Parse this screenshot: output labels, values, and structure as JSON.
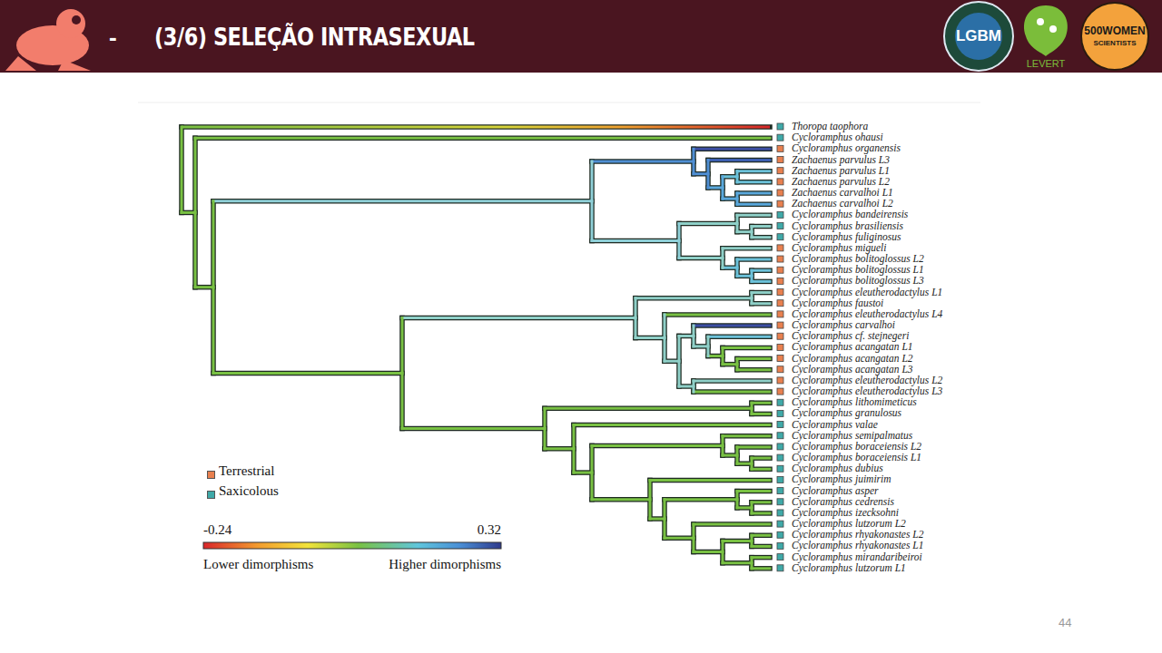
{
  "diagram": {
    "title": "(3/6) SELEÇÃO INTRASEXUAL",
    "labels": [
      "-",
      "LGBM",
      "LEVERT",
      "500WOMEN",
      "SCIENTISTS",
      "Thoropa taophora",
      "Cycloramphus ohausi",
      "Cycloramphus organensis",
      "Zachaenus parvulus L3",
      "Zachaenus parvulus L1",
      "Zachaenus parvulus L2",
      "Zachaenus carvalhoi L1",
      "Zachaenus carvalhoi L2",
      "Cycloramphus bandeirensis",
      "Cycloramphus brasiliensis",
      "Cycloramphus fuliginosus",
      "Cycloramphus migueli",
      "Cycloramphus bolitoglossus L2",
      "Cycloramphus bolitoglossus L1",
      "Cycloramphus bolitoglossus L3",
      "Cycloramphus eleutherodactylus L1",
      "Cycloramphus faustoi",
      "Cycloramphus eleutherodactylus L4",
      "Cycloramphus carvalhoi",
      "Cycloramphus cf. stejnegeri",
      "Cycloramphus acangatan L1",
      "Cycloramphus acangatan L2",
      "Cycloramphus acangatan L3",
      "Cycloramphus eleutherodactylus L2",
      "Cycloramphus eleutherodactylus L3",
      "Cycloramphus lithomimeticus",
      "Cycloramphus granulosus",
      "Cycloramphus valae",
      "Cycloramphus semipalmatus",
      "Cycloramphus boraceiensis L2",
      "Cycloramphus boraceiensis L1",
      "Cycloramphus dubius",
      "Cycloramphus juimirim",
      "Cycloramphus asper",
      "Cycloramphus cedrensis",
      "Cycloramphus izecksohni",
      "Cycloramphus lutzorum L2",
      "Cycloramphus rhyakonastes L2",
      "Cycloramphus rhyakonastes L1",
      "Cycloramphus mirandaribeiroi",
      "Cycloramphus lutzorum L1",
      "-0.24",
      "0.32",
      "Lower dimorphisms",
      "Higher dimorphisms",
      "44"
    ],
    "legend": [
      {
        "text": "Terrestrial",
        "color": "#e8804f"
      },
      {
        "text": "Saxicolous",
        "color": "#3fa9a8"
      }
    ]
  }
}
